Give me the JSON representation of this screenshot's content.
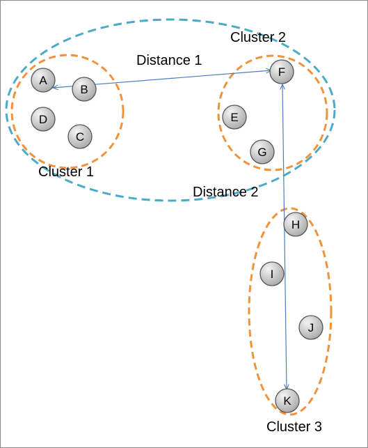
{
  "colors": {
    "frame": "#8a8a8a",
    "inner_cluster": "#f0923a",
    "outer_cluster": "#4aabc6",
    "arrow": "#4a7ebb",
    "node_fill_light": "#f4f4f4",
    "node_fill_dark": "#a9a9a9",
    "node_stroke": "#555555"
  },
  "labels": {
    "cluster_1": "Cluster 1",
    "cluster_2": "Cluster 2",
    "cluster_3": "Cluster 3",
    "distance_1": "Distance 1",
    "distance_2": "Distance 2"
  },
  "nodes": {
    "a": "A",
    "b": "B",
    "c": "C",
    "d": "D",
    "e": "E",
    "f": "F",
    "g": "G",
    "h": "H",
    "i": "I",
    "j": "J",
    "k": "K"
  }
}
